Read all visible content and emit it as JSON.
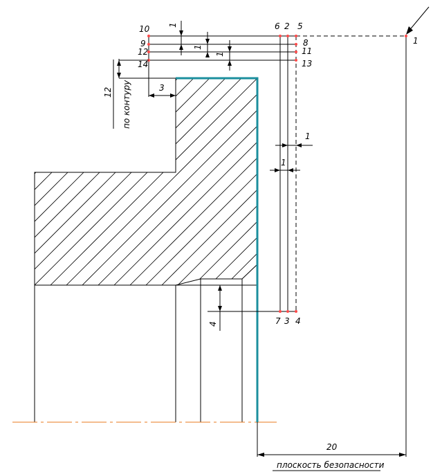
{
  "colors": {
    "background": "#ffffff",
    "line": "#000000",
    "toolpath": "#1b8f9e",
    "axis": "#e87a1e",
    "points": "#ff4a4a"
  },
  "labels": {
    "p1": "1",
    "p2": "2",
    "p3": "3",
    "p4": "4",
    "p5": "5",
    "p6": "6",
    "p7": "7",
    "p8": "8",
    "p9": "9",
    "p10": "10",
    "p11": "11",
    "p12": "12",
    "p13": "13",
    "p14": "14"
  },
  "dimensions": {
    "d_1_top": "1",
    "d_1_mid_a": "1",
    "d_1_mid_b": "1",
    "d_1_right": "1",
    "d_1_lower": "1",
    "d_3": "3",
    "d_4": "4",
    "d_12": "12",
    "d_20": "20"
  },
  "notes": {
    "contour": "по контуру",
    "safety_plane": "плоскость безопасности"
  }
}
